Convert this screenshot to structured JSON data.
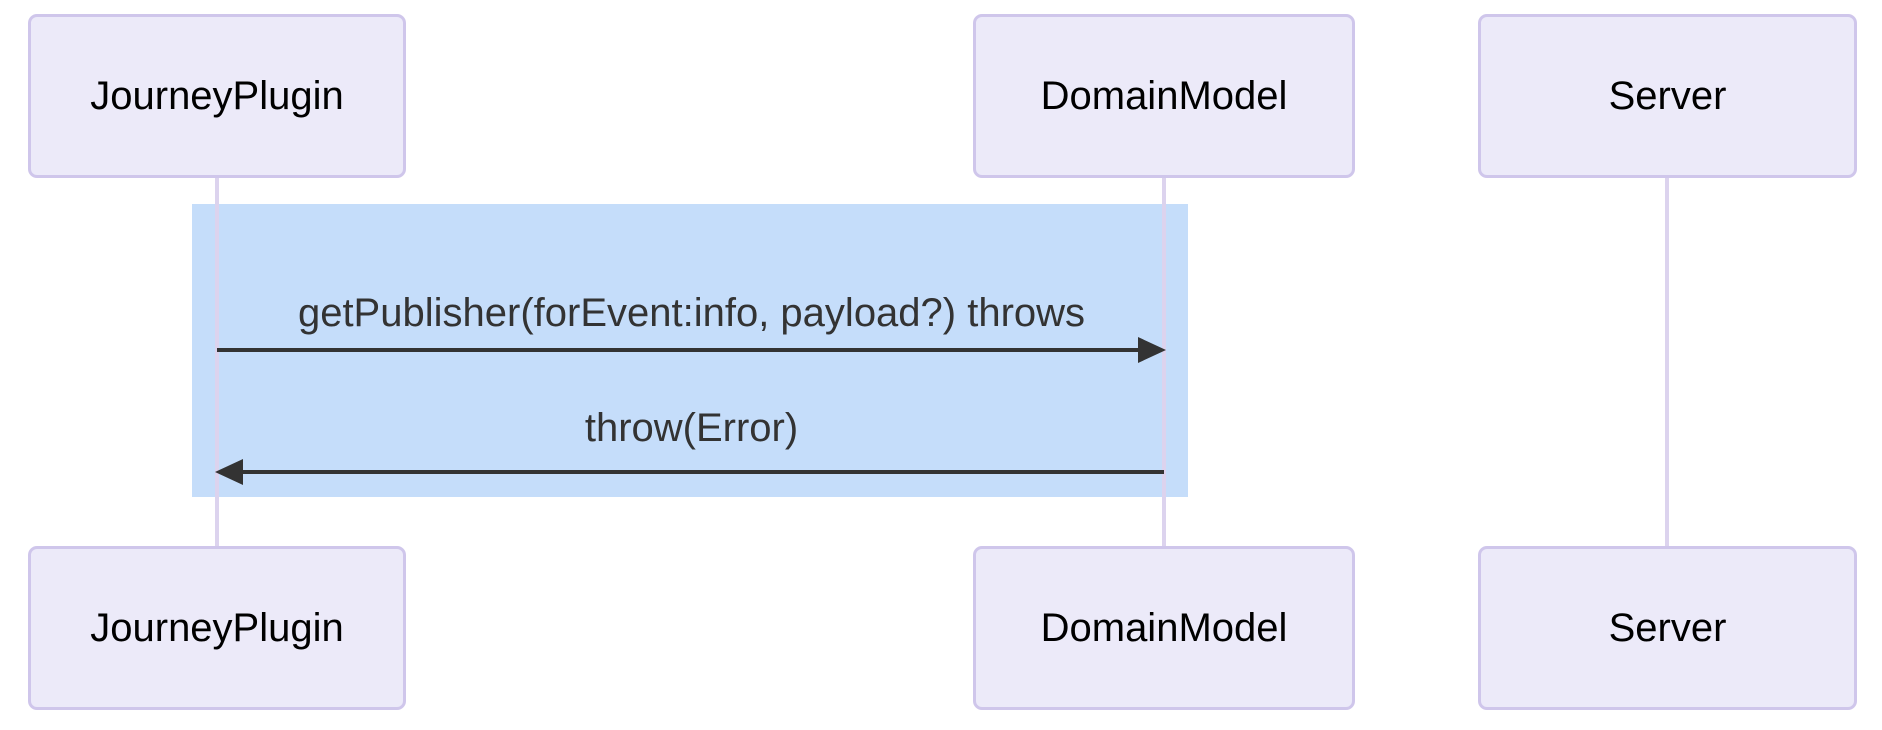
{
  "diagram": {
    "type": "sequence",
    "actors": [
      {
        "name": "JourneyPlugin"
      },
      {
        "name": "DomainModel"
      },
      {
        "name": "Server"
      }
    ],
    "messages": [
      {
        "from": "JourneyPlugin",
        "to": "DomainModel",
        "text": "getPublisher(forEvent:info, payload?) throws",
        "line_style": "solid",
        "arrow_direction": "right"
      },
      {
        "from": "DomainModel",
        "to": "JourneyPlugin",
        "text": "throw(Error)",
        "line_style": "solid",
        "arrow_direction": "left"
      }
    ],
    "highlight_region": {
      "spans_actors": [
        "JourneyPlugin",
        "DomainModel"
      ],
      "covers_messages": [
        0,
        1
      ]
    }
  },
  "colors": {
    "background": "#FFFFFF",
    "actor_fill": "#ECEAF9",
    "actor_border": "#CFC6EB",
    "actor_text": "#000000",
    "lifeline": "#DCD3EE",
    "highlight": "#C5DDFA",
    "arrow": "#333333",
    "message_text": "#333333"
  }
}
